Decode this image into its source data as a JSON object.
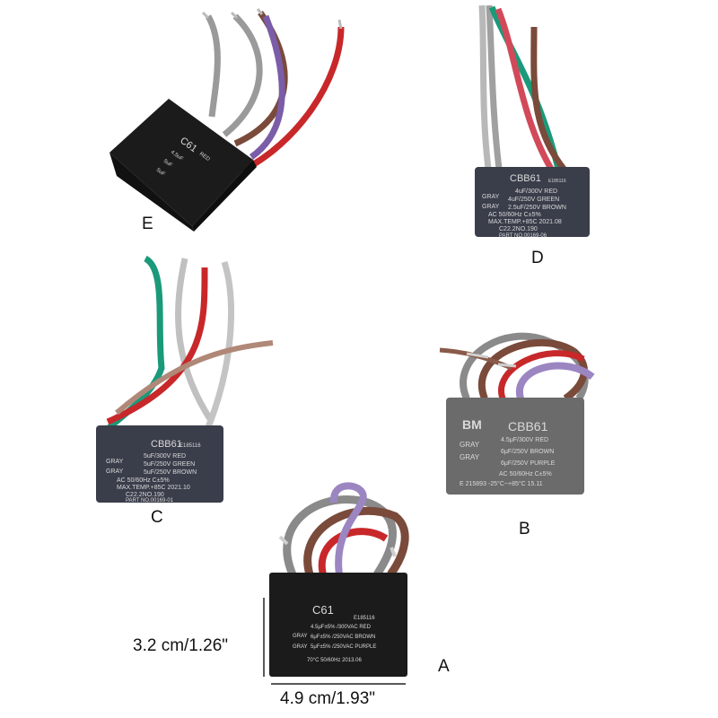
{
  "labels": {
    "e": "E",
    "d": "D",
    "c": "C",
    "b": "B",
    "a": "A"
  },
  "dimensions": {
    "height": "3.2 cm/1.26\"",
    "width": "4.9 cm/1.93\""
  },
  "capacitor_e": {
    "model": "C61",
    "lines": [
      "4.5uF",
      "RED",
      "5uF",
      "5uF"
    ]
  },
  "capacitor_d": {
    "model": "CBB61",
    "cert": "E185116",
    "lines": [
      "4uF/300V RED",
      "4uF/250V GREEN",
      "2.5uF/250V BROWN",
      "AC 50/60Hz C±5%",
      "MAX.TEMP.+85C 2021.08",
      "C22.2NO.190",
      "PART NO.00169-06"
    ],
    "gray_labels": [
      "GRAY",
      "GRAY"
    ]
  },
  "capacitor_c": {
    "model": "CBB61",
    "cert": "E185116",
    "lines": [
      "5uF/300V RED",
      "5uF/250V GREEN",
      "5uF/250V BROWN",
      "AC 50/60Hz C±5%",
      "MAX.TEMP.+85C 2021.10",
      "C22.2NO.190",
      "PART NO.00169-01"
    ],
    "gray_labels": [
      "GRAY",
      "GRAY"
    ]
  },
  "capacitor_b": {
    "brand": "BM",
    "model": "CBB61",
    "lines": [
      "4.5μF/300V RED",
      "6μF/250V BROWN",
      "6μF/250V PURPLE",
      "AC 50/60Hz C±5%",
      "E 215893 -25°C~+85°C 15.11"
    ],
    "gray_labels": [
      "GRAY",
      "GRAY"
    ]
  },
  "capacitor_a": {
    "model": "C61",
    "cert": "E185116",
    "lines": [
      "4.5μF±5% /300VAC RED",
      "6μF±5% /250VAC BROWN",
      "5μF±5% /250VAC PURPLE",
      "70°C 50/60Hz 2013.06"
    ],
    "gray_labels": [
      "GRAY",
      "GRAY"
    ]
  },
  "colors": {
    "wire_gray": "#9a9a9a",
    "wire_red": "#c8282a",
    "wire_brown": "#7a4a3a",
    "wire_purple": "#7b5ca8",
    "wire_green": "#1a9a7a",
    "body_black": "#1b1b1b",
    "body_dark_blue": "#3a3d4a",
    "body_gray": "#6b6b6b"
  }
}
